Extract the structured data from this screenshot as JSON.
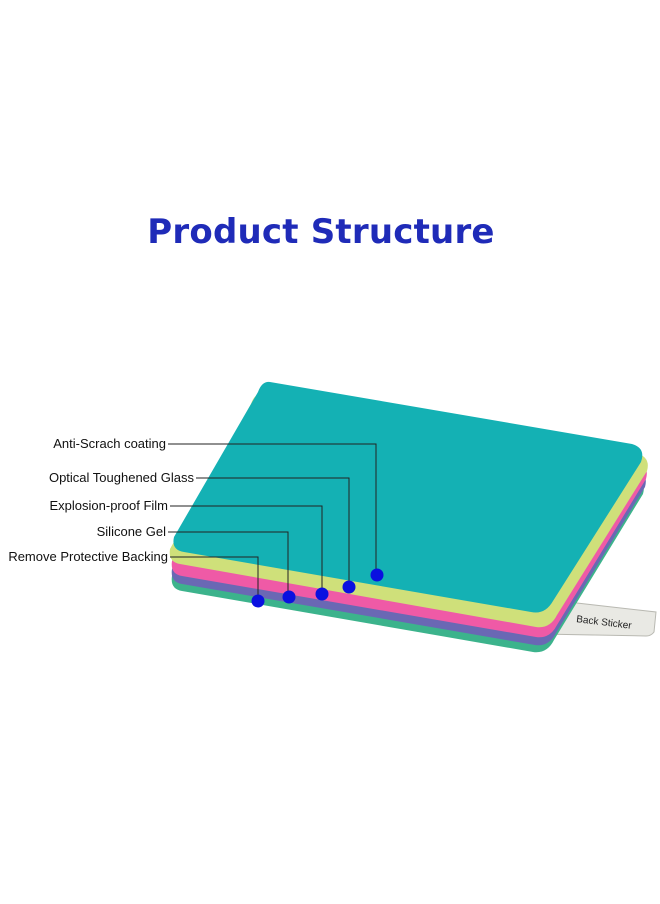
{
  "title": "Product Structure",
  "layers": [
    {
      "name": "Anti-Scrach coating",
      "color": "#14b1b4"
    },
    {
      "name": "Optical Toughened Glass",
      "color": "#cfe07a"
    },
    {
      "name": "Explosion-proof Film",
      "color": "#ef5aa6"
    },
    {
      "name": "Silicone Gel",
      "color": "#6a68b4"
    },
    {
      "name": "Remove Protective Backing",
      "color": "#3cb38c"
    }
  ],
  "back_sticker": "Back Sticker",
  "marker_color": "#0a10e0"
}
